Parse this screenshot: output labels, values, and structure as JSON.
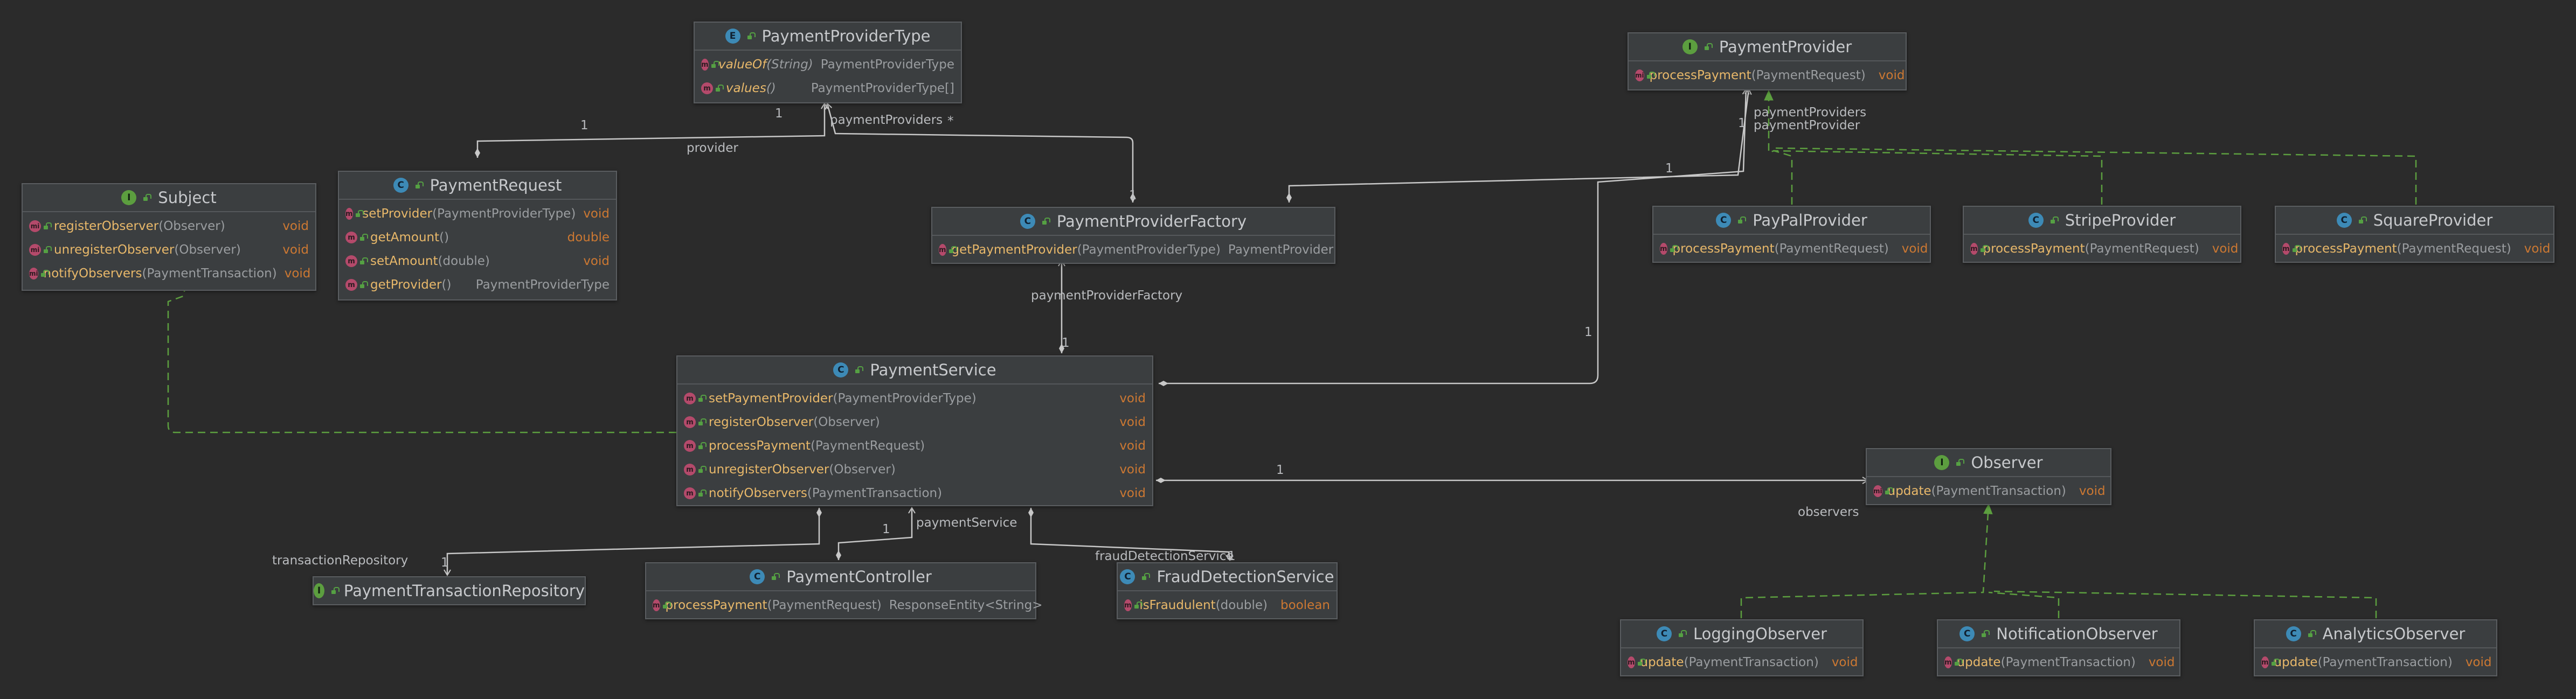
{
  "colors": {
    "background": "#2b2b2b",
    "node_fill": "#3b3e40",
    "node_border": "#5a5d60",
    "edge": "#c8c8c8",
    "realization": "#5c9e3f",
    "method_name": "#e8b86a",
    "keyword": "#cc7832"
  },
  "nodes": {
    "ppt": {
      "badge": "E",
      "name": "PaymentProviderType",
      "methods": [
        {
          "badge": "m",
          "name": "valueOf",
          "params": "(String)",
          "ret": "PaymentProviderType",
          "italic": true,
          "kw": false
        },
        {
          "badge": "m",
          "name": "values",
          "params": "()",
          "ret": "PaymentProviderType[]",
          "italic": true,
          "kw": false
        }
      ]
    },
    "pp": {
      "badge": "I",
      "name": "PaymentProvider",
      "methods": [
        {
          "badge": "mi",
          "name": "processPayment",
          "params": "(PaymentRequest)",
          "ret": "void",
          "kw": true
        }
      ]
    },
    "subject": {
      "badge": "I",
      "name": "Subject",
      "methods": [
        {
          "badge": "mi",
          "name": "registerObserver",
          "params": "(Observer)",
          "ret": "void",
          "kw": true
        },
        {
          "badge": "mi",
          "name": "unregisterObserver",
          "params": "(Observer)",
          "ret": "void",
          "kw": true
        },
        {
          "badge": "mi",
          "name": "notifyObservers",
          "params": "(PaymentTransaction)",
          "ret": "void",
          "kw": true
        }
      ]
    },
    "preq": {
      "badge": "C",
      "name": "PaymentRequest",
      "methods": [
        {
          "badge": "m",
          "name": "setProvider",
          "params": "(PaymentProviderType)",
          "ret": "void",
          "kw": true
        },
        {
          "badge": "m",
          "name": "getAmount",
          "params": "()",
          "ret": "double",
          "kw": true
        },
        {
          "badge": "m",
          "name": "setAmount",
          "params": "(double)",
          "ret": "void",
          "kw": true
        },
        {
          "badge": "m",
          "name": "getProvider",
          "params": "()",
          "ret": "PaymentProviderType",
          "kw": false
        }
      ]
    },
    "ppf": {
      "badge": "C",
      "name": "PaymentProviderFactory",
      "methods": [
        {
          "badge": "m",
          "name": "getPaymentProvider",
          "params": "(PaymentProviderType)",
          "ret": "PaymentProvider",
          "kw": false
        }
      ]
    },
    "paypal": {
      "badge": "C",
      "name": "PayPalProvider",
      "methods": [
        {
          "badge": "m",
          "name": "processPayment",
          "params": "(PaymentRequest)",
          "ret": "void",
          "kw": true
        }
      ]
    },
    "stripe": {
      "badge": "C",
      "name": "StripeProvider",
      "methods": [
        {
          "badge": "m",
          "name": "processPayment",
          "params": "(PaymentRequest)",
          "ret": "void",
          "kw": true
        }
      ]
    },
    "square": {
      "badge": "C",
      "name": "SquareProvider",
      "methods": [
        {
          "badge": "m",
          "name": "processPayment",
          "params": "(PaymentRequest)",
          "ret": "void",
          "kw": true
        }
      ]
    },
    "ps": {
      "badge": "C",
      "name": "PaymentService",
      "methods": [
        {
          "badge": "m",
          "name": "setPaymentProvider",
          "params": "(PaymentProviderType)",
          "ret": "void",
          "kw": true
        },
        {
          "badge": "m",
          "name": "registerObserver",
          "params": "(Observer)",
          "ret": "void",
          "kw": true
        },
        {
          "badge": "m",
          "name": "processPayment",
          "params": "(PaymentRequest)",
          "ret": "void",
          "kw": true
        },
        {
          "badge": "m",
          "name": "unregisterObserver",
          "params": "(Observer)",
          "ret": "void",
          "kw": true
        },
        {
          "badge": "m",
          "name": "notifyObservers",
          "params": "(PaymentTransaction)",
          "ret": "void",
          "kw": true
        }
      ]
    },
    "observer": {
      "badge": "I",
      "name": "Observer",
      "methods": [
        {
          "badge": "mi",
          "name": "update",
          "params": "(PaymentTransaction)",
          "ret": "void",
          "kw": true
        }
      ]
    },
    "ptr": {
      "badge": "I",
      "name": "PaymentTransactionRepository",
      "methods": []
    },
    "pc": {
      "badge": "C",
      "name": "PaymentController",
      "methods": [
        {
          "badge": "m",
          "name": "processPayment",
          "params": "(PaymentRequest)",
          "ret": "ResponseEntity<String>",
          "kw": false
        }
      ]
    },
    "fds": {
      "badge": "C",
      "name": "FraudDetectionService",
      "methods": [
        {
          "badge": "m",
          "name": "isFraudulent",
          "params": "(double)",
          "ret": "boolean",
          "kw": true
        }
      ]
    },
    "logging": {
      "badge": "C",
      "name": "LoggingObserver",
      "methods": [
        {
          "badge": "m",
          "name": "update",
          "params": "(PaymentTransaction)",
          "ret": "void",
          "kw": true
        }
      ]
    },
    "notification": {
      "badge": "C",
      "name": "NotificationObserver",
      "methods": [
        {
          "badge": "m",
          "name": "update",
          "params": "(PaymentTransaction)",
          "ret": "void",
          "kw": true
        }
      ]
    },
    "analytics": {
      "badge": "C",
      "name": "AnalyticsObserver",
      "methods": [
        {
          "badge": "m",
          "name": "update",
          "params": "(PaymentTransaction)",
          "ret": "void",
          "kw": true
        }
      ]
    }
  },
  "labels": {
    "provider_mult": "1",
    "provider": "provider",
    "payment_providers": "paymentProviders",
    "star": "*",
    "ppf_mult_top": "1",
    "payment_providers_right": "paymentProviders",
    "payment_provider_right": "paymentProvider",
    "pp_mult_a": "1",
    "pp_mult_b": "1",
    "pp_mult_c": "1",
    "payment_provider_factory": "paymentProviderFactory",
    "ppf_mult": "1",
    "ps_mult": "1",
    "observer_mult": "1",
    "observers": "observers",
    "transaction_repository": "transactionRepository",
    "repo_mult": "1",
    "pc_mult": "1",
    "payment_service": "paymentService",
    "fraud_detection_service": "fraudDetectionService",
    "fds_mult": "1"
  }
}
